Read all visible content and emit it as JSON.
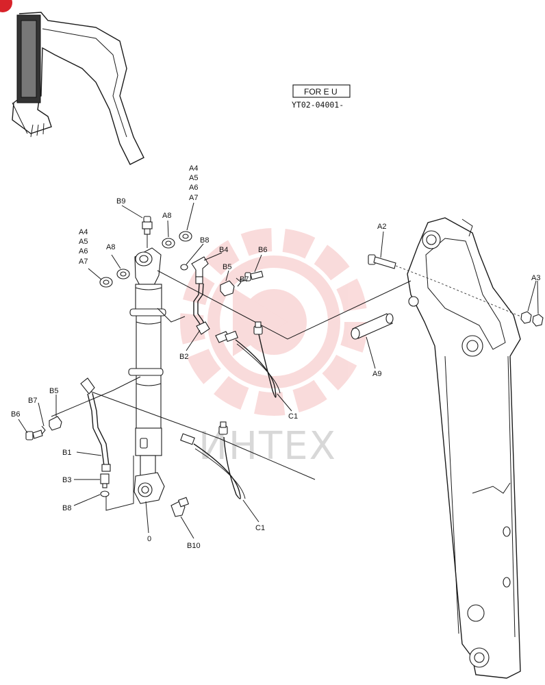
{
  "corner_badge": "",
  "note": {
    "box_label": "FOR E U",
    "serial": "YT02-04001-"
  },
  "watermark": "ИНТЕХ",
  "labels": {
    "a4_a7_top": [
      "A4",
      "A5",
      "A6",
      "A7"
    ],
    "a4_a7_left": [
      "A4",
      "A5",
      "A6",
      "A7"
    ],
    "a8_top": "A8",
    "a8_left": "A8",
    "b9": "B9",
    "b8_top": "B8",
    "b4": "B4",
    "b5_top": "B5",
    "b7_top": "B7",
    "b6_top": "B6",
    "a2": "A2",
    "a3": "A3",
    "a9": "A9",
    "b2": "B2",
    "c1_top": "C1",
    "b7_left": "B7",
    "b5_left": "B5",
    "b6_left": "B6",
    "b1": "B1",
    "b3": "B3",
    "b8_bottom": "B8",
    "zero": "0",
    "b10": "B10",
    "c1_bottom": "C1"
  },
  "colors": {
    "line": "#1a1a1a",
    "watermark_red": "#e23b3b",
    "badge_red": "#d8232a"
  }
}
